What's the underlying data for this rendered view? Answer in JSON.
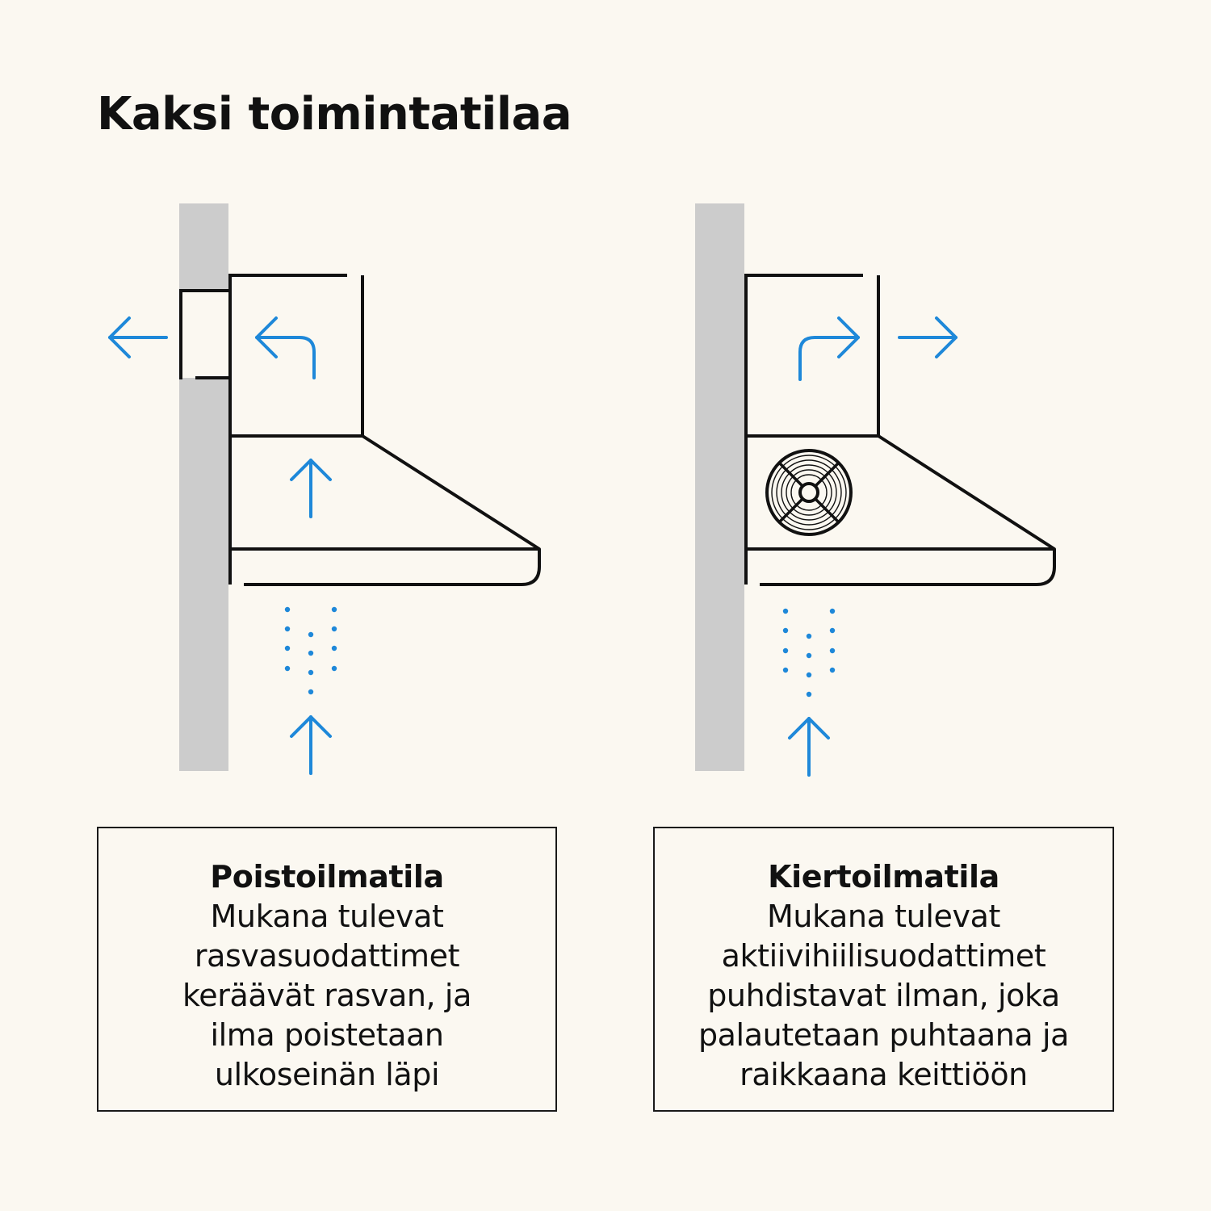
{
  "title": "Kaksi toimintatilaa",
  "colors": {
    "background": "#fbf8f1",
    "wall": "#cccccc",
    "outline": "#111111",
    "airflow": "#1e88d9"
  },
  "modes": [
    {
      "name": "Poistoilmatila",
      "description_lines": [
        "Mukana tulevat",
        "rasvasuodattimet",
        "keräävät rasvan, ja",
        "ilma poistetaan",
        "ulkoseinän läpi"
      ],
      "airflow": "exhaust-through-wall",
      "icons": [
        "arrow-left-icon",
        "arrow-up-left-turn-icon",
        "arrow-up-icon"
      ]
    },
    {
      "name": "Kiertoilmatila",
      "description_lines": [
        "Mukana tulevat",
        "aktiivihiilisuodattimet",
        "puhdistavat ilman, joka",
        "palautetaan puhtaana ja",
        "raikkaana keittiöön"
      ],
      "airflow": "recirculate-to-kitchen",
      "icons": [
        "arrow-right-icon",
        "arrow-up-right-turn-icon",
        "fan-filter-icon",
        "arrow-up-icon"
      ]
    }
  ]
}
